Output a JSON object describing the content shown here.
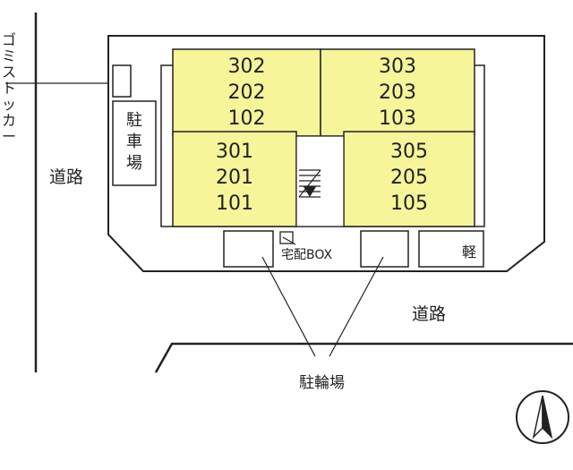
{
  "garbage_stocker": {
    "chars": [
      "ゴ",
      "ミ",
      "ス",
      "ト",
      "ッ",
      "カ",
      "ー"
    ]
  },
  "road_left": "道路",
  "road_bottom": "道路",
  "parking": {
    "chars": [
      "駐",
      "車",
      "場"
    ]
  },
  "delivery_box": "宅配BOX",
  "light_car": "軽",
  "bicycle_parking": "駐輪場",
  "units": {
    "top_left": [
      "302",
      "202",
      "102"
    ],
    "top_right": [
      "303",
      "203",
      "103"
    ],
    "bottom_left": [
      "301",
      "201",
      "101"
    ],
    "bottom_right": [
      "305",
      "205",
      "105"
    ]
  },
  "colors": {
    "unit_fill": "#f6f59a",
    "line": "#222222"
  },
  "compass_icon": "north-arrow-icon"
}
